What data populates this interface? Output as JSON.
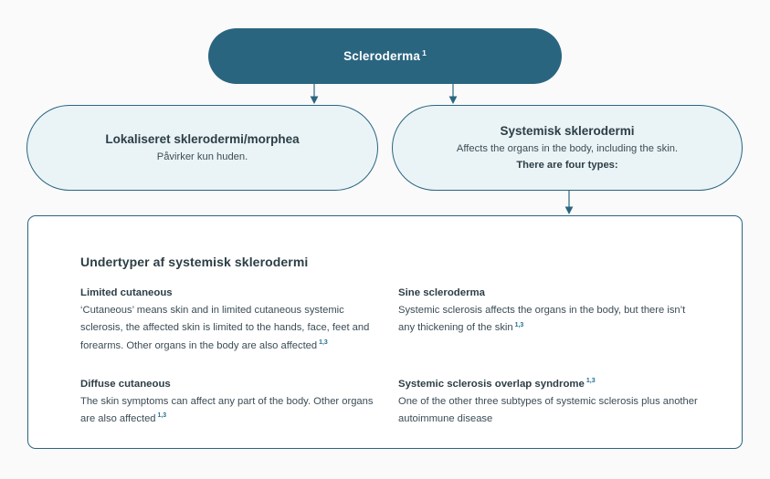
{
  "diagram": {
    "root": {
      "label": "Scleroderma",
      "ref": "1"
    },
    "branches": [
      {
        "id": "localized",
        "title": "Lokaliseret sklerodermi/morphea",
        "subtitle": "Påvirker kun huden.",
        "subtitle_bold": ""
      },
      {
        "id": "systemic",
        "title": "Systemisk sklerodermi",
        "subtitle": "Affects the organs in the body, including the skin.",
        "subtitle_bold": "There are four types:"
      }
    ],
    "panel": {
      "heading": "Undertyper af systemisk sklerodermi",
      "subtypes": [
        {
          "title": "Limited cutaneous",
          "title_ref": "",
          "body": "‘Cutaneous’ means skin and in limited cutaneous systemic sclerosis, the affected skin is limited to the hands, face, feet and forearms. Other organs in the body are also affected",
          "body_ref": "1,3"
        },
        {
          "title": "Sine scleroderma",
          "title_ref": "",
          "body": "Systemic sclerosis affects the organs in the body, but there isn’t any thickening of the skin",
          "body_ref": "1,3"
        },
        {
          "title": "Diffuse cutaneous",
          "title_ref": "",
          "body": "The skin symptoms can affect any part of the body. Other organs are also affected",
          "body_ref": "1,3"
        },
        {
          "title": "Systemic sclerosis overlap syndrome",
          "title_ref": "1,3",
          "body": "One of the other three subtypes of systemic sclerosis plus another autoimmune disease",
          "body_ref": ""
        }
      ]
    }
  },
  "colors": {
    "teal": "#2a6580",
    "pale_blue": "#eaf4f7",
    "ref_blue": "#1f6f93",
    "text_dark": "#2c3e46",
    "page_background": "#fafafa",
    "panel_background": "#ffffff"
  }
}
